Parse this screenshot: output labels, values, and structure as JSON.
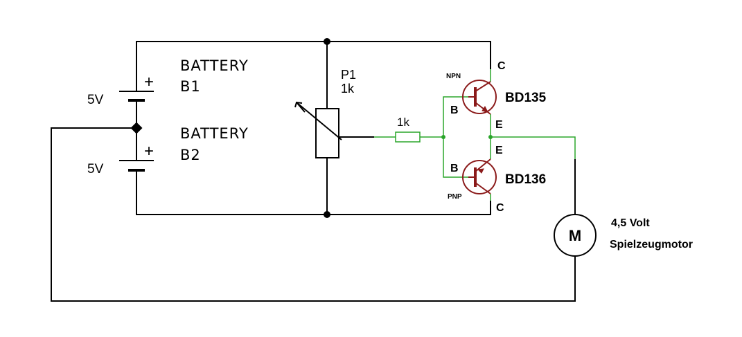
{
  "battery_b1": {
    "name": "BATTERY",
    "ref": "B1",
    "voltage": "5V",
    "polarity": "+"
  },
  "battery_b2": {
    "name": "BATTERY",
    "ref": "B2",
    "voltage": "5V",
    "polarity": "+"
  },
  "potentiometer": {
    "ref": "P1",
    "value": "1k"
  },
  "resistor": {
    "value": "1k"
  },
  "npn": {
    "type": "NPN",
    "part": "BD135",
    "collector": "C",
    "base": "B",
    "emitter": "E"
  },
  "pnp": {
    "type": "PNP",
    "part": "BD136",
    "collector": "C",
    "base": "B",
    "emitter": "E"
  },
  "motor": {
    "symbol": "M",
    "rating": "4,5 Volt",
    "description": "Spielzeugmotor"
  },
  "colors": {
    "wire": "#000000",
    "green_wire": "#2aa52a",
    "transistor": "#8b1a1a",
    "resistor": "#2aa52a"
  }
}
